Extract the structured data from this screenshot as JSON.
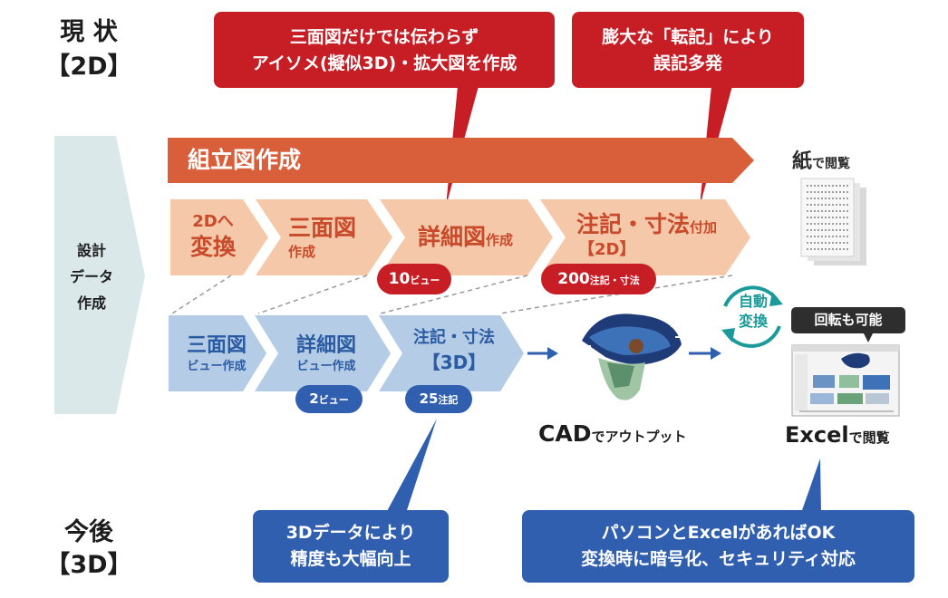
{
  "current": {
    "title": "現 状",
    "tag": "【2D】"
  },
  "future": {
    "title": "今後",
    "tag": "【3D】"
  },
  "design_data": {
    "label_line1": "設計",
    "label_line2": "データ",
    "label_line3": "作成"
  },
  "callouts": {
    "red1": {
      "line1": "三面図だけでは伝わらず",
      "line2": "アイソメ(擬似3D)・拡大図を作成"
    },
    "red2": {
      "line1": "膨大な「転記」により",
      "line2": "誤記多発"
    },
    "blue1": {
      "line1": "3Dデータにより",
      "line2": "精度も大幅向上"
    },
    "blue2": {
      "line1": "パソコンとExcelがあればOK",
      "line2": "変換時に暗号化、セキュリティ対応"
    }
  },
  "assembly_bar": {
    "label": "組立図作成"
  },
  "orange_steps": [
    {
      "main": "2Dへ",
      "sub": "変換"
    },
    {
      "main": "三面図",
      "sub": "作成"
    },
    {
      "main": "詳細図",
      "sub": "作成"
    },
    {
      "main": "注記・寸法",
      "sub": "付加",
      "tag": "【2D】"
    }
  ],
  "orange_pills": [
    {
      "num": "10",
      "unit": "ビュー"
    },
    {
      "num": "200",
      "unit": "注記・寸法"
    }
  ],
  "blue_steps": [
    {
      "main": "三面図",
      "sub": "ビュー作成"
    },
    {
      "main": "詳細図",
      "sub": "ビュー作成"
    },
    {
      "main": "注記・寸法",
      "sub": "【3D】"
    }
  ],
  "blue_pills": [
    {
      "num": "2",
      "unit": "ビュー"
    },
    {
      "num": "25",
      "unit": "注記"
    }
  ],
  "paper": {
    "bold": "紙",
    "rest": "で閲覧"
  },
  "cad": {
    "bold": "CAD",
    "rest": "でアウトプット"
  },
  "excel": {
    "bold": "Excel",
    "rest": "で閲覧"
  },
  "auto_convert": {
    "line1": "自動",
    "line2": "変換"
  },
  "rotation_badge": "回転も可能",
  "colors": {
    "red": "#c71d25",
    "blue": "#2f5fae",
    "orange_bar": "#d95f3b",
    "orange_light": "#f4c8a8",
    "blue_light": "#b4cce6",
    "teal": "#1a9a98",
    "side_panel": "#dbe8ea"
  }
}
